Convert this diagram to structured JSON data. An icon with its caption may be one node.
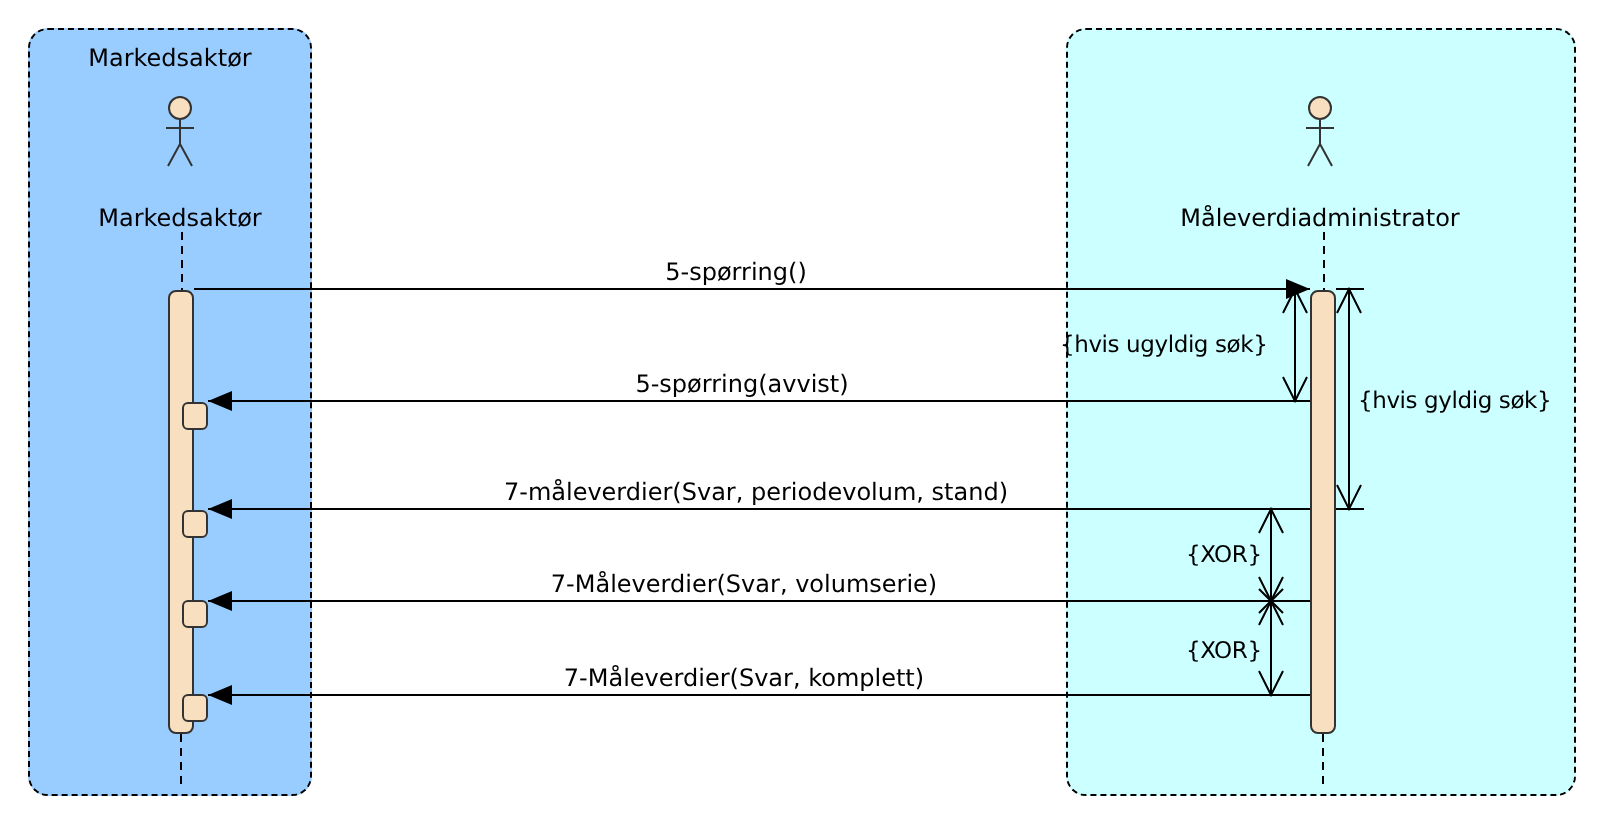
{
  "diagram": {
    "nodes": [
      {
        "text": [
          "Markedsaktør"
        ]
      },
      {
        "text": [
          "Markedsaktør"
        ],
        "in": 0
      },
      {
        "text": [],
        "shape": "bar",
        "in": 0
      },
      {
        "text": [],
        "shape": "box",
        "in": 0
      },
      {
        "text": [],
        "shape": "box",
        "in": 0
      },
      {
        "text": [],
        "shape": "box",
        "in": 0
      },
      {
        "text": [],
        "shape": "box",
        "in": 0
      },
      {
        "text": [],
        "shape": "box"
      },
      {
        "text": [
          "Måleverdiadministrator"
        ],
        "in": 7
      },
      {
        "text": [],
        "shape": "bar",
        "in": 7
      }
    ],
    "edges": [
      {
        "from": 1,
        "to": 2,
        "arrow": "none",
        "style": "dashed"
      },
      {
        "from": 8,
        "to": 9,
        "arrow": "none",
        "style": "dashed"
      },
      {
        "from": 2,
        "to": 9,
        "arrow": "to",
        "label": "5-spørring()"
      },
      {
        "from": 9,
        "to": 3,
        "arrow": "to",
        "label": "5-spørring(avvist)"
      },
      {
        "from": 9,
        "to": 4,
        "arrow": "to",
        "label": "7-måleverdier(Svar, periodevolum, stand)"
      },
      {
        "from": 9,
        "to": 5,
        "arrow": "to",
        "label": "7-Måleverdier(Svar, volumserie)"
      },
      {
        "from": 9,
        "to": 6,
        "arrow": "to",
        "label": "7-Måleverdier(Svar, komplett)"
      }
    ],
    "labels": [
      "{hvis ugyldig søk}",
      "{hvis gyldig søk}",
      "{XOR}",
      "{XOR}"
    ]
  }
}
